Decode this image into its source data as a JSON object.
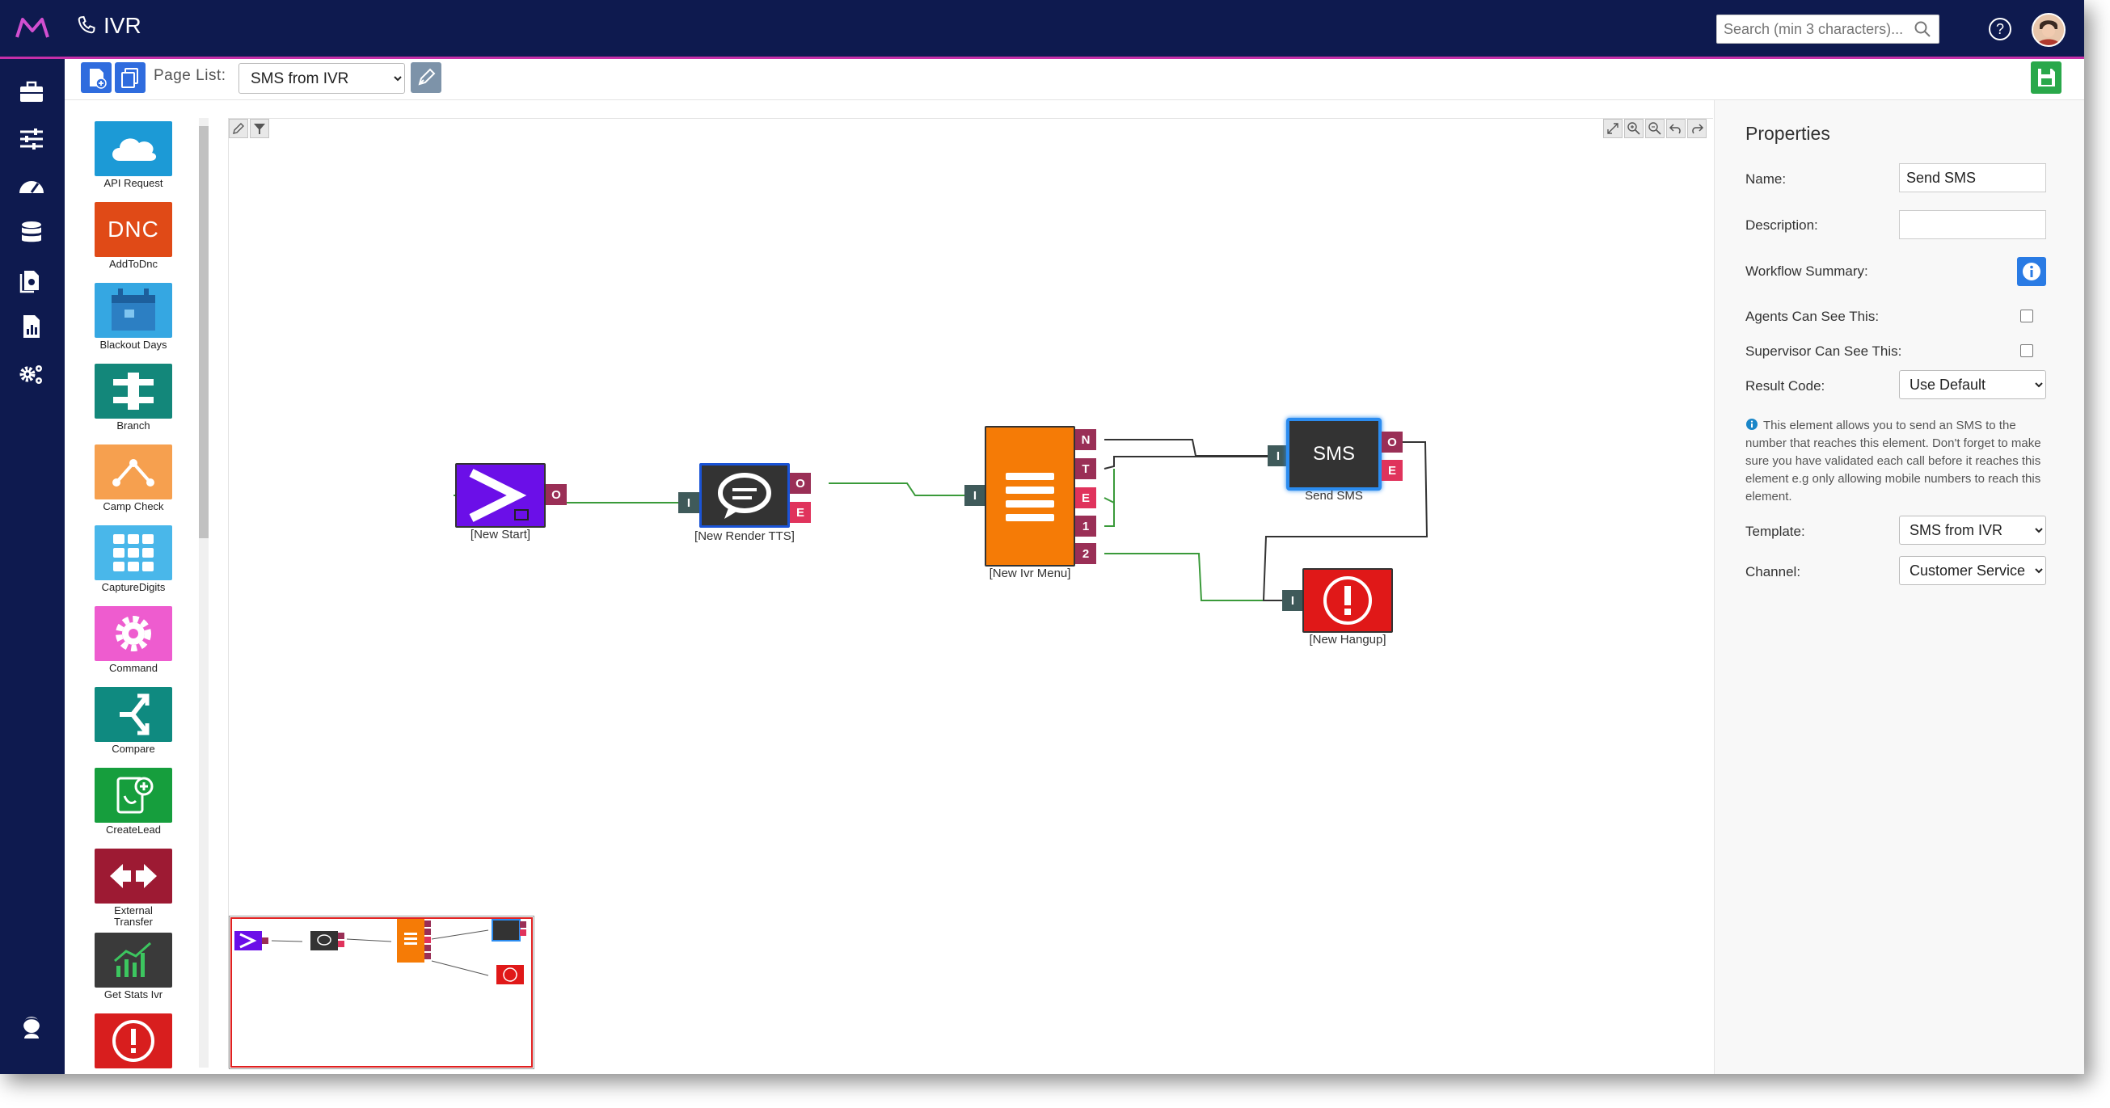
{
  "app": {
    "title": "IVR"
  },
  "header": {
    "search_placeholder": "Search (min 3 characters)..."
  },
  "nav": {
    "items": [
      "briefcase-icon",
      "sliders-icon",
      "dashboard-icon",
      "database-icon",
      "files-icon",
      "report-icon",
      "settings-icon",
      "support-icon"
    ]
  },
  "toolbar": {
    "page_list_label": "Page List:",
    "page_selected": "SMS from IVR"
  },
  "palette": [
    {
      "label": "API Request",
      "color": "#1c9ad6"
    },
    {
      "label": "AddToDnc",
      "tile_text": "DNC",
      "color": "#e04a17"
    },
    {
      "label": "Blackout Days",
      "color": "#35a7e2"
    },
    {
      "label": "Branch",
      "color": "#13877a"
    },
    {
      "label": "Camp Check",
      "color": "#f6a04f"
    },
    {
      "label": "CaptureDigits",
      "color": "#49b7ea"
    },
    {
      "label": "Command",
      "color": "#ee5ccf"
    },
    {
      "label": "Compare",
      "color": "#0f8a80"
    },
    {
      "label": "CreateLead",
      "color": "#169e3d"
    },
    {
      "label": "External Transfer",
      "color": "#9d1a33"
    },
    {
      "label": "Get Stats Ivr",
      "color": "#3a3a3a"
    },
    {
      "label": "",
      "color": "#d81e1e"
    }
  ],
  "canvas": {
    "nodes": {
      "start": {
        "label": "[New Start]"
      },
      "tts": {
        "label": "[New Render TTS]"
      },
      "menu": {
        "label": "[New Ivr Menu]"
      },
      "sms": {
        "label": "Send SMS",
        "tile_text": "SMS"
      },
      "hangup": {
        "label": "[New Hangup]"
      }
    },
    "ports": {
      "in": "I",
      "out": "O",
      "err": "E",
      "n": "N",
      "t": "T",
      "one": "1",
      "two": "2"
    }
  },
  "properties": {
    "title": "Properties",
    "name_label": "Name:",
    "name_value": "Send SMS",
    "description_label": "Description:",
    "description_value": "",
    "workflow_summary_label": "Workflow Summary:",
    "agents_label": "Agents Can See This:",
    "supervisor_label": "Supervisor Can See This:",
    "result_code_label": "Result Code:",
    "result_code_value": "Use Default",
    "help_text": "This element allows you to send an SMS to the number that reaches this element. Don't forget to make sure you have validated each call before it reaches this element e.g only allowing mobile numbers to reach this element.",
    "template_label": "Template:",
    "template_value": "SMS from IVR",
    "channel_label": "Channel:",
    "channel_value": "Customer Service"
  },
  "colors": {
    "navy": "#0e1a4f",
    "accent": "#c62fa8",
    "save": "#29a84a",
    "link": "#2a7be4"
  }
}
